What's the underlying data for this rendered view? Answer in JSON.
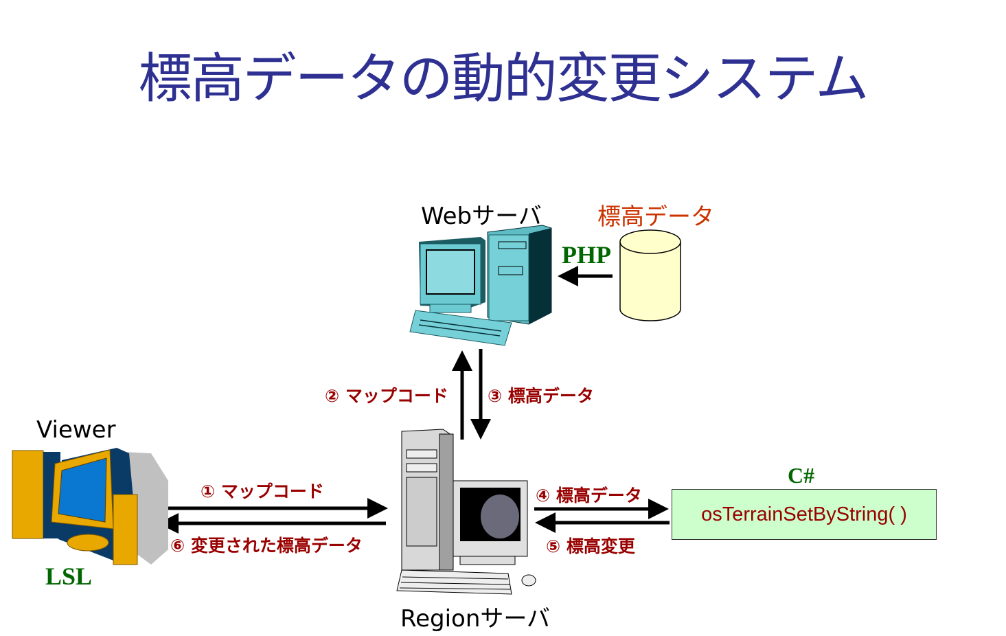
{
  "title": "標高データの動的変更システム",
  "web_server": {
    "label": "Webサーバ"
  },
  "database": {
    "label": "標高データ",
    "tech": "PHP"
  },
  "viewer": {
    "label": "Viewer",
    "tech": "LSL"
  },
  "region_server": {
    "label": "Regionサーバ"
  },
  "function_box": {
    "tech": "C#",
    "function": "osTerrainSetByString( )"
  },
  "steps": {
    "s1": "① マップコード",
    "s2": "② マップコード",
    "s3": "③ 標高データ",
    "s4": "④ 標高データ",
    "s5": "⑤ 標高変更",
    "s6": "⑥ 変更された標高データ"
  },
  "colors": {
    "title": "#2e3192",
    "step": "#990000",
    "tech": "#006600",
    "db_label": "#cc3300",
    "db_fill": "#ffffcc",
    "func_fill": "#ccffcc"
  }
}
